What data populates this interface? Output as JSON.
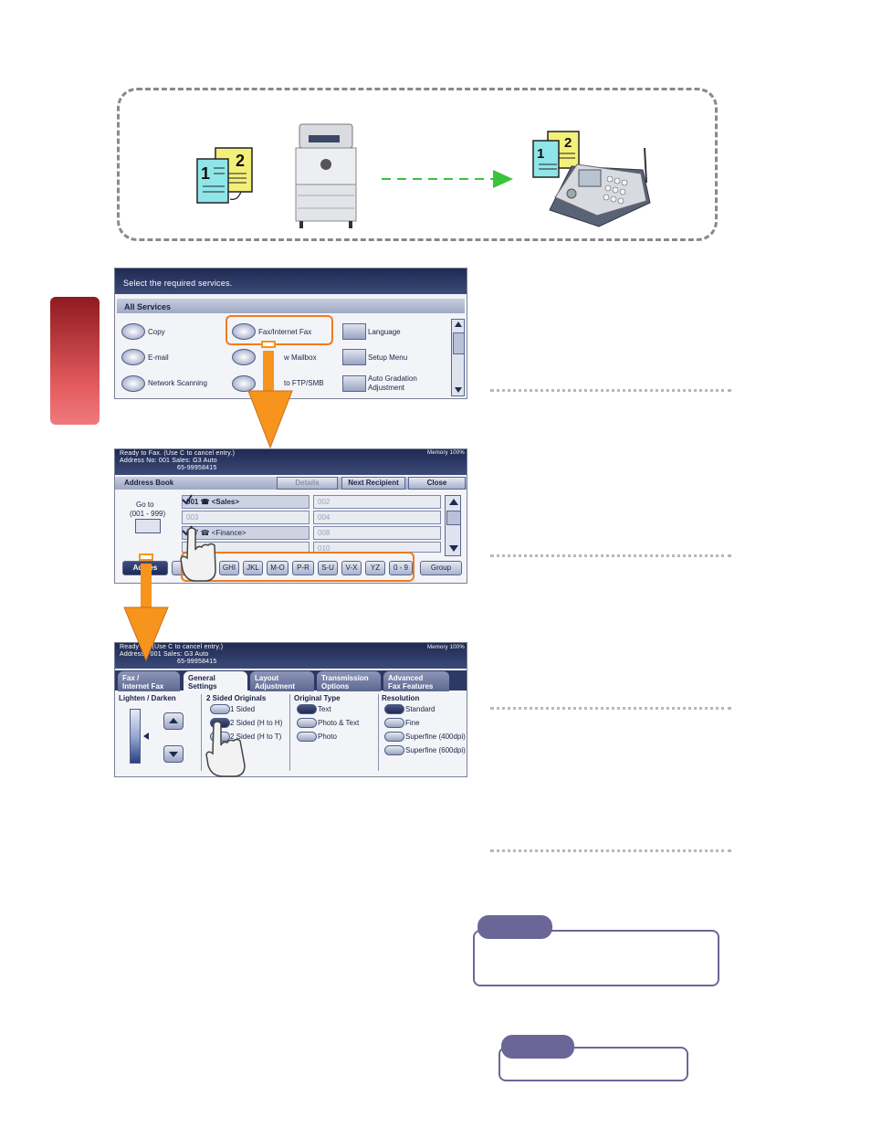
{
  "services_screen": {
    "prompt": "Select the required services.",
    "tab": "All Services",
    "items": [
      {
        "label": "Copy"
      },
      {
        "label": "Fax/Internet Fax"
      },
      {
        "label": "Language"
      },
      {
        "label": "E-mail"
      },
      {
        "label": "w Mailbox"
      },
      {
        "label": "Setup Menu"
      },
      {
        "label": "Network Scanning"
      },
      {
        "label": "to FTP/SMB"
      },
      {
        "label": "Auto Gradation"
      },
      {
        "label": "Adjustment"
      }
    ]
  },
  "address_screen": {
    "status_line1": "Ready to Fax. (Use C to cancel entry.)",
    "status_line2": "Address No: 001  Sales: G3 Auto",
    "status_line3": "65-99958415",
    "memory": "Memory 100%",
    "title": "Address Book",
    "details": "Details",
    "next_recipient": "Next Recipient",
    "close": "Close",
    "goto": "Go to",
    "goto_range": "(001 - 999)",
    "entries_left": [
      "001 ☎  <Sales>",
      "003",
      "007 ☎  <Finance>",
      ""
    ],
    "entries_right": [
      "002",
      "004",
      "008",
      "010"
    ],
    "addresses_btn": "Add   es",
    "alpha": [
      "GHI",
      "JKL",
      "M-O",
      "P-R",
      "S-U",
      "V-X",
      "YZ",
      "0 - 9"
    ],
    "group": "Group"
  },
  "fax_screen": {
    "status_line1": "Ready    ax. (Use C to cancel entry.)",
    "status_line2": "Address    : 001  Sales: G3 Auto",
    "status_line3": "65-99958415",
    "memory": "Memory 100%",
    "tabs": [
      {
        "l1": "Fax /",
        "l2": "Internet Fax"
      },
      {
        "l1": "General",
        "l2": "Settings"
      },
      {
        "l1": "Layout",
        "l2": "Adjustment"
      },
      {
        "l1": "Transmission",
        "l2": "Options"
      },
      {
        "l1": "Advanced",
        "l2": "Fax Features"
      }
    ],
    "lighten": "Lighten / Darken",
    "sided_title": "2 Sided Originals",
    "sided": [
      "1 Sided",
      "2 Sided (H to H)",
      "2 Sided (H to T)"
    ],
    "type_title": "Original Type",
    "types": [
      "Text",
      "Photo & Text",
      "Photo"
    ],
    "res_title": "Resolution",
    "res": [
      "Standard",
      "Fine",
      "Superfine (400dpi)",
      "Superfine (600dpi)"
    ]
  },
  "colors": {
    "highlight": "#f07b1d",
    "arrow": "#f7941d",
    "flow_arrow": "#39c43a",
    "note": "#6a6798",
    "tab": "#b5252c"
  }
}
